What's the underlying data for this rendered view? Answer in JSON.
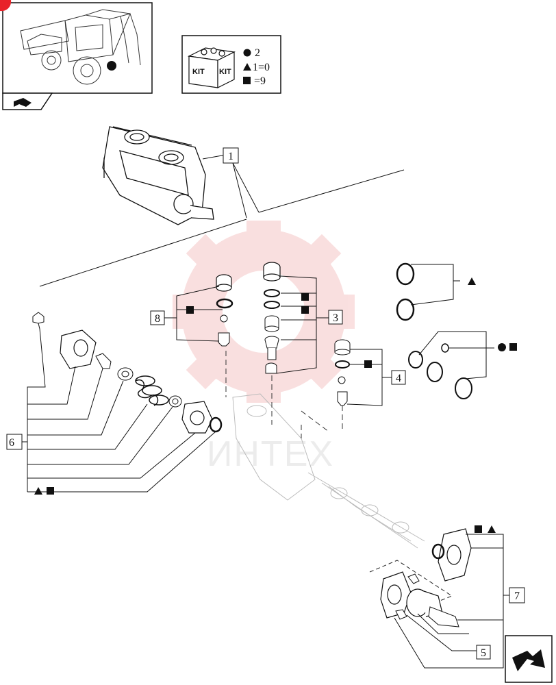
{
  "watermark": {
    "text": "ИНТЕХ",
    "gear_color": "#f5c6c6"
  },
  "kit_box": {
    "kit_word_1": "KIT",
    "kit_word_2": "KIT",
    "legend": [
      {
        "symbol": "circle",
        "value": "2"
      },
      {
        "symbol": "triangle",
        "value": "1=0"
      },
      {
        "symbol": "square",
        "value": "=9"
      }
    ]
  },
  "callouts": [
    {
      "id": "c1",
      "label": "1"
    },
    {
      "id": "c3",
      "label": "3"
    },
    {
      "id": "c4",
      "label": "4"
    },
    {
      "id": "c5",
      "label": "5"
    },
    {
      "id": "c6",
      "label": "6"
    },
    {
      "id": "c7",
      "label": "7"
    },
    {
      "id": "c8",
      "label": "8"
    }
  ],
  "colors": {
    "line": "#111111",
    "accent_red": "#e8232a"
  }
}
